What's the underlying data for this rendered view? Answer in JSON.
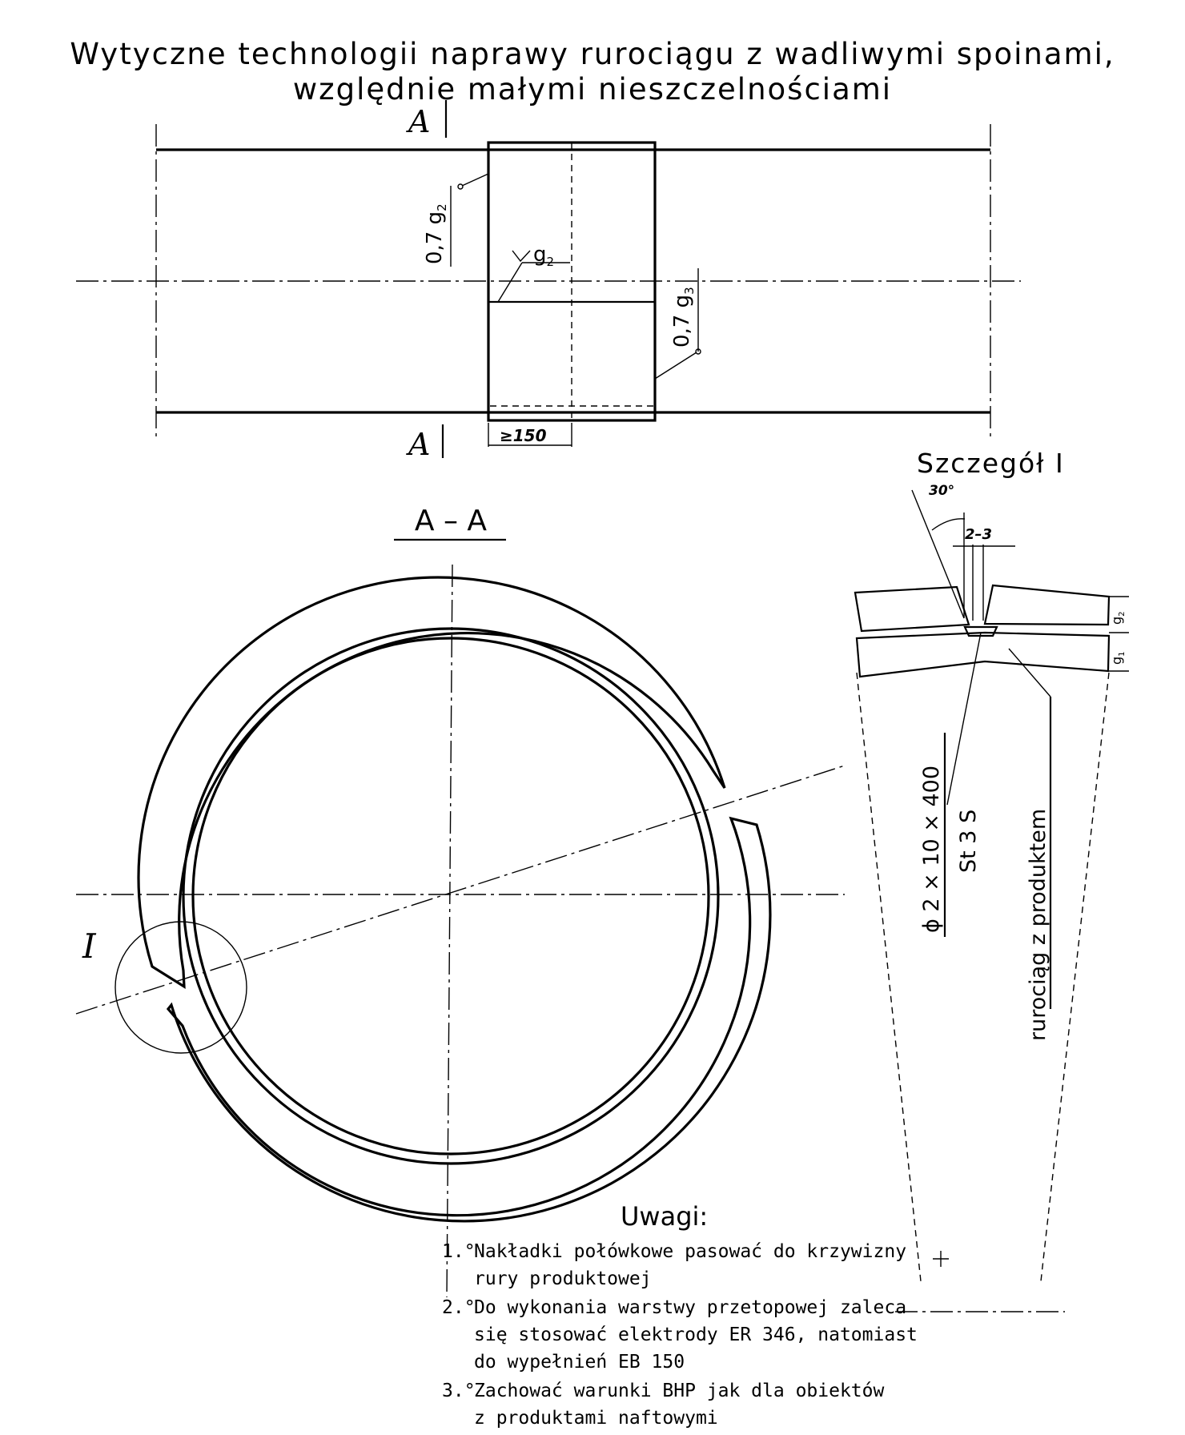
{
  "title": {
    "line1": "Wytyczne technologii naprawy rurociągu z wadliwymi spoinami,",
    "line2": "względnie małymi nieszczelnościami"
  },
  "top_view": {
    "section_mark": "A",
    "weld_top": "0,7 g",
    "weld_top_sub": "2",
    "weld_mid": "g",
    "weld_mid_sub": "2",
    "weld_right": "0,7 g",
    "weld_right_sub": "3",
    "dim_length": "≥150"
  },
  "section": {
    "title": "A  –  A",
    "detail_mark": "I"
  },
  "detail": {
    "title": "Szczegół I",
    "angle": "30°",
    "gap": "2–3",
    "thk_top": "g",
    "thk_top_sub": "2",
    "thk_bottom": "g",
    "thk_bottom_sub": "1",
    "plate_top": "ϕ 2 × 10 × 400",
    "plate_bottom": "St 3 S",
    "pipe_label": "rurociąg z produktem"
  },
  "notes": {
    "heading": "Uwagi:",
    "items": [
      {
        "num": "1.°",
        "lines": [
          "Nakładki połówkowe pasować do krzywizny",
          "rury produktowej"
        ]
      },
      {
        "num": "2.°",
        "lines": [
          "Do wykonania warstwy przetopowej zaleca",
          "się stosować elektrody ER 346, natomiast",
          "do wypełnień EB 150"
        ]
      },
      {
        "num": "3.°",
        "lines": [
          "Zachować warunki BHP jak dla obiektów",
          "z produktami naftowymi"
        ]
      }
    ]
  }
}
